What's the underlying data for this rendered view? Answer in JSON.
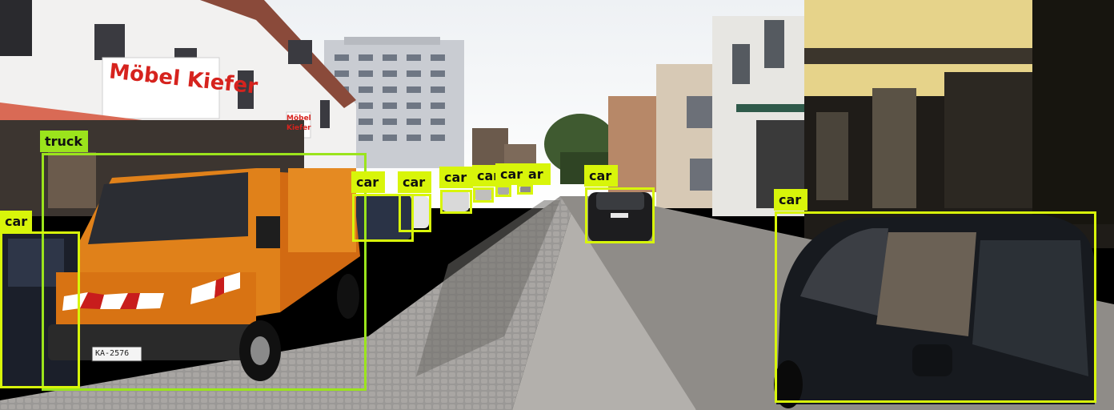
{
  "scene": {
    "description_free": true,
    "sign": {
      "main": "Möbel Kiefer",
      "small_line1": "Möbel",
      "small_line2": "Kiefer"
    },
    "plate": "KA-2576"
  },
  "detections": [
    {
      "label": "truck",
      "class": "truck"
    },
    {
      "label": "car",
      "class": "car"
    },
    {
      "label": "car",
      "class": "car"
    },
    {
      "label": "car",
      "class": "car"
    },
    {
      "label": "car",
      "class": "car"
    },
    {
      "label": "car",
      "class": "car"
    },
    {
      "label": "car",
      "class": "car"
    },
    {
      "label": "ar",
      "class": "car"
    },
    {
      "label": "car",
      "class": "car"
    },
    {
      "label": "car",
      "class": "car"
    }
  ],
  "colors": {
    "car_box": "#d8f50a",
    "truck_box": "#9be41c"
  }
}
